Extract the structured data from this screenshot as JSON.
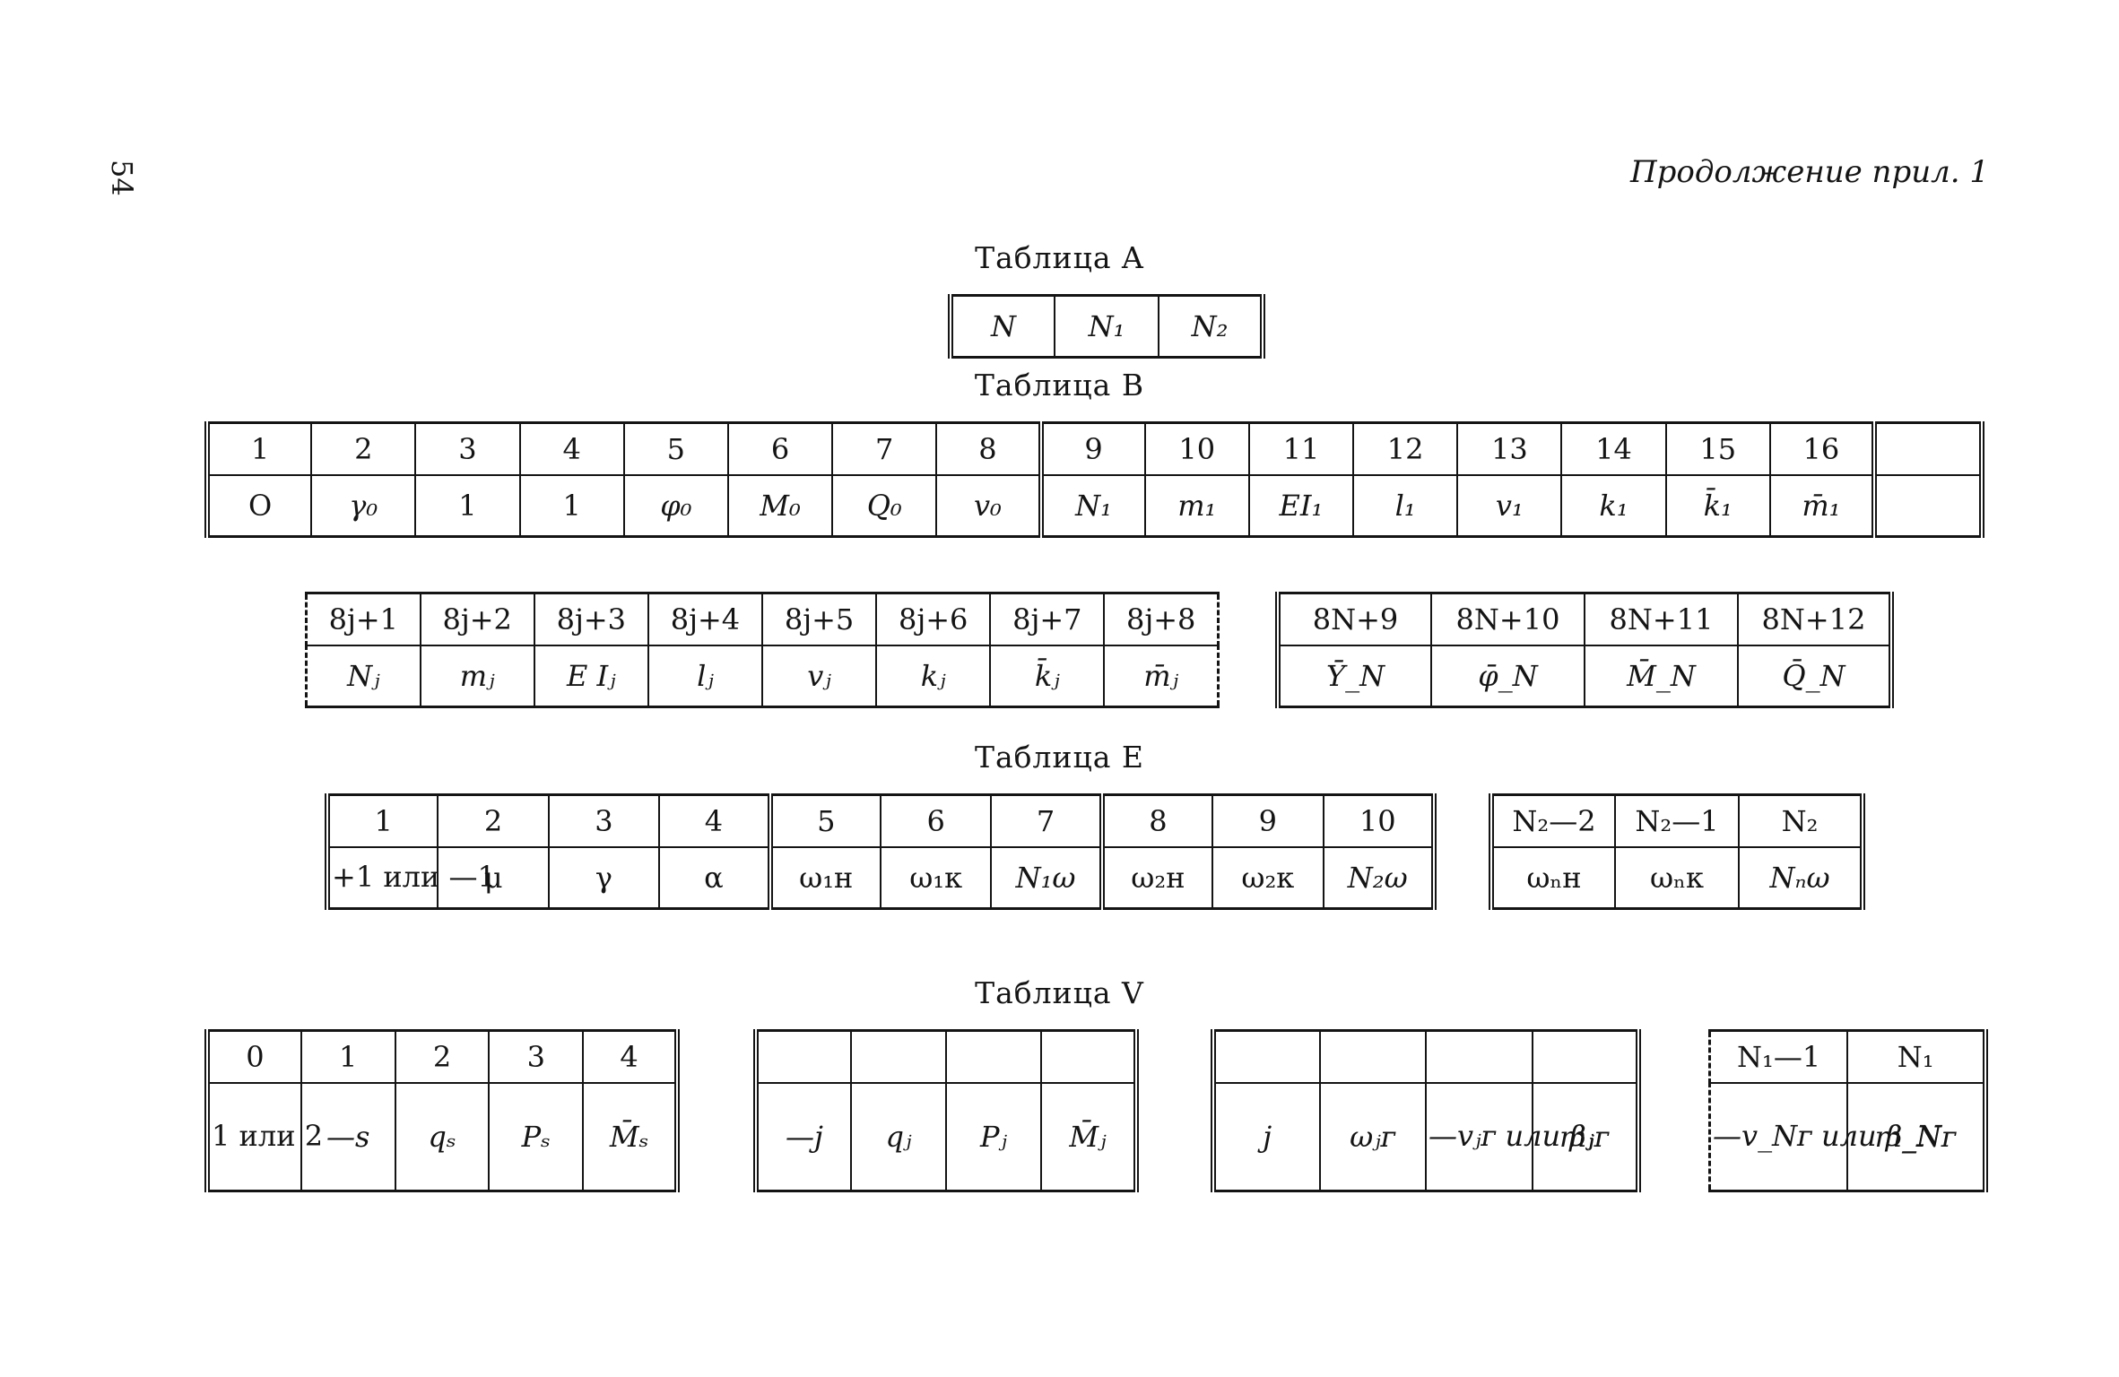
{
  "page_number": "54",
  "header_right": "Продолжение прил. 1",
  "table_a": {
    "caption": "Таблица A",
    "cells": [
      "N",
      "N₁",
      "N₂"
    ]
  },
  "table_b": {
    "caption": "Таблица B",
    "part1": {
      "header": [
        "1",
        "2",
        "3",
        "4",
        "5",
        "6",
        "7",
        "8",
        "9",
        "10",
        "11",
        "12",
        "13",
        "14",
        "15",
        "16"
      ],
      "values": [
        "O",
        "γ₀",
        "1",
        "1",
        "φ₀",
        "M₀",
        "Q₀",
        "v₀",
        "N₁",
        "m₁",
        "EI₁",
        "l₁",
        "v₁",
        "k₁",
        "k̄₁",
        "m̄₁"
      ]
    },
    "part2": {
      "header": [
        "8j+1",
        "8j+2",
        "8j+3",
        "8j+4",
        "8j+5",
        "8j+6",
        "8j+7",
        "8j+8"
      ],
      "values": [
        "Nⱼ",
        "mⱼ",
        "E Iⱼ",
        "lⱼ",
        "vⱼ",
        "kⱼ",
        "k̄ⱼ",
        "m̄ⱼ"
      ]
    },
    "part3": {
      "header": [
        "8N+9",
        "8N+10",
        "8N+11",
        "8N+12"
      ],
      "values": [
        "Ȳ_N",
        "φ̄_N",
        "M̄_N",
        "Q̄_N"
      ]
    }
  },
  "table_e": {
    "caption": "Таблица E",
    "part1": {
      "header": [
        "1",
        "2",
        "3",
        "4",
        "5",
        "6",
        "7",
        "8",
        "9",
        "10"
      ],
      "values": [
        "+1\nили\n—1",
        "μ",
        "γ",
        "α",
        "ω₁н",
        "ω₁к",
        "N₁ω",
        "ω₂н",
        "ω₂к",
        "N₂ω"
      ]
    },
    "part2": {
      "header": [
        "N₂—2",
        "N₂—1",
        "N₂"
      ],
      "values": [
        "ωₙн",
        "ωₙк",
        "Nₙω"
      ]
    }
  },
  "table_v": {
    "caption": "Таблица V",
    "part1": {
      "header": [
        "0",
        "1",
        "2",
        "3",
        "4"
      ],
      "values": [
        "1\nили\n2",
        "—s",
        "qₛ",
        "Pₛ",
        "M̄ₛ"
      ]
    },
    "part2": {
      "header": [
        "",
        "",
        "",
        ""
      ],
      "values": [
        "—j",
        "qⱼ",
        "Pⱼ",
        "M̄ⱼ"
      ]
    },
    "part3": {
      "header": [
        "",
        "",
        "",
        ""
      ],
      "values": [
        "j",
        "ωⱼᴦ",
        "—vⱼᴦ\nили\nβⱼ",
        "mⱼᴦ"
      ]
    },
    "part4": {
      "header": [
        "N₁—1",
        "N₁"
      ],
      "values": [
        "—v_Nᴦ\nили\nβ_N",
        "m_Nᴦ"
      ]
    }
  }
}
